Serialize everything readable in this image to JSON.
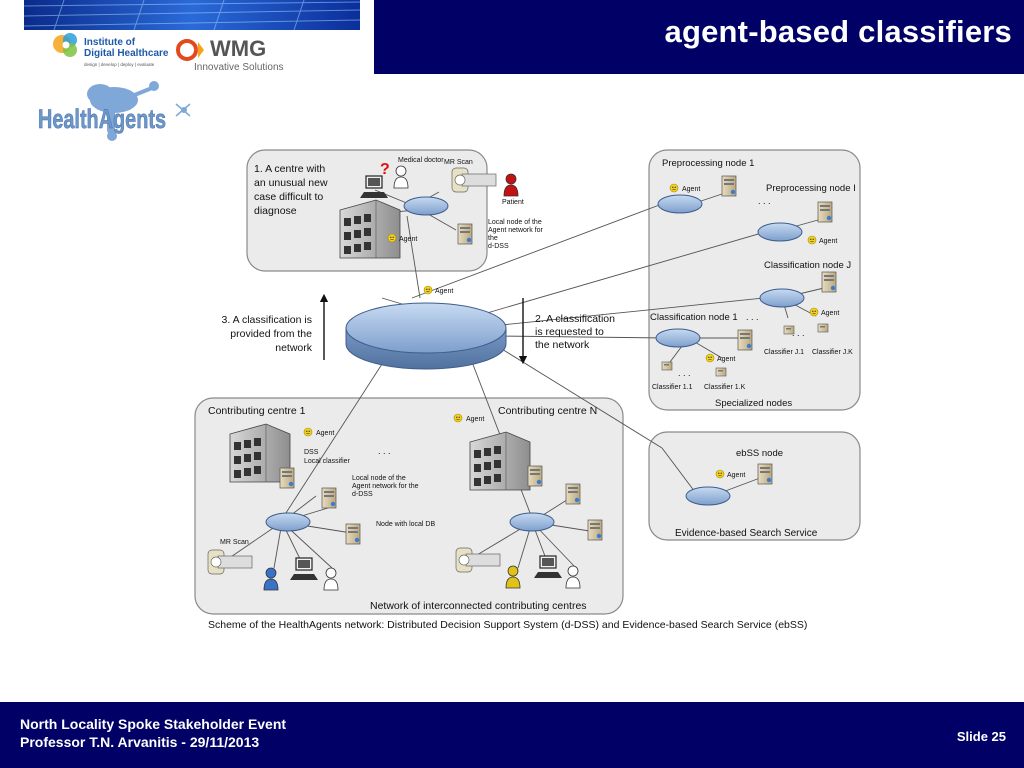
{
  "slide": {
    "title": "agent-based classifiers",
    "footer_event": "North Locality Spoke Stakeholder Event",
    "footer_presenter": "Professor T.N. Arvanitis  - 29/11/2013",
    "slide_number": "Slide 25"
  },
  "logos": {
    "idh_line1": "Institute of",
    "idh_line2": "Digital Healthcare",
    "idh_tagline": "design | develop | deploy | evaluate",
    "wmg_name": "WMG",
    "wmg_tagline": "Innovative Solutions",
    "healthagents": "HealthAgents"
  },
  "diagram": {
    "caption": "Scheme of the HealthAgents network: Distributed Decision Support System (d-DSS) and Evidence-based Search Service (ebSS)",
    "agent": "Agent",
    "dots": ". . .",
    "centre_new_case": {
      "line1": "1. A centre with",
      "line2": "an unusual new",
      "line3": "case difficult to",
      "line4": "diagnose",
      "medical_doctor": "Medical doctor",
      "mr_scan": "MR Scan",
      "patient": "Patient",
      "local_node_l1": "Local node of the",
      "local_node_l2": "Agent network for",
      "local_node_l3": "the",
      "local_node_l4": "d-DSS"
    },
    "step2_l1": "2. A classification",
    "step2_l2": "is requested to",
    "step2_l3": "the network",
    "step3_l1": "3. A classification is",
    "step3_l2": "provided from the",
    "step3_l3": "network",
    "specialized": {
      "label": "Specialized nodes",
      "pre1": "Preprocessing node 1",
      "preI": "Preprocessing node I",
      "classJ": "Classification node J",
      "class1": "Classification node 1",
      "cJ1": "Classifier J.1",
      "cJK": "Classifier J.K",
      "c11": "Classifier 1.1",
      "c1K": "Classifier 1.K"
    },
    "ebss": {
      "node": "ebSS node",
      "label": "Evidence-based Search Service"
    },
    "contributing": {
      "centre1": "Contributing centre 1",
      "centreN": "Contributing centre N",
      "dss": "DSS",
      "local_classifier": "Local classifier",
      "local_node_l1": "Local node of the",
      "local_node_l2": "Agent network for the",
      "local_node_l3": "d-DSS",
      "node_local_db": "Node with local DB",
      "mr_scan": "MR Scan",
      "network_label": "Network of interconnected contributing centres"
    }
  }
}
